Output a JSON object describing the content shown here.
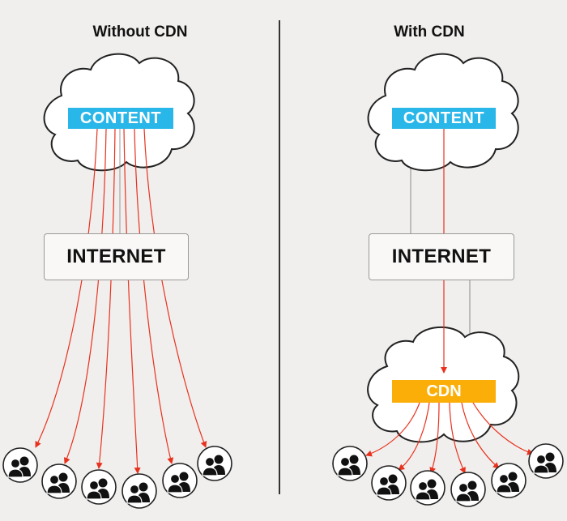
{
  "headers": {
    "left": "Without CDN",
    "right": "With CDN"
  },
  "labels": {
    "content": "CONTENT",
    "internet": "INTERNET",
    "cdn": "CDN"
  },
  "colors": {
    "background": "#f1efed",
    "content_box": "#29b6e8",
    "cdn_box": "#fbae08",
    "arrow": "#e8321e",
    "connector": "#999999"
  },
  "icons": {
    "user_group": "users-icon",
    "cloud": "cloud-icon"
  },
  "panels": {
    "without_cdn": {
      "user_groups": 6,
      "arrows_from": "CONTENT"
    },
    "with_cdn": {
      "user_groups": 6,
      "arrows_from": "CDN"
    }
  }
}
